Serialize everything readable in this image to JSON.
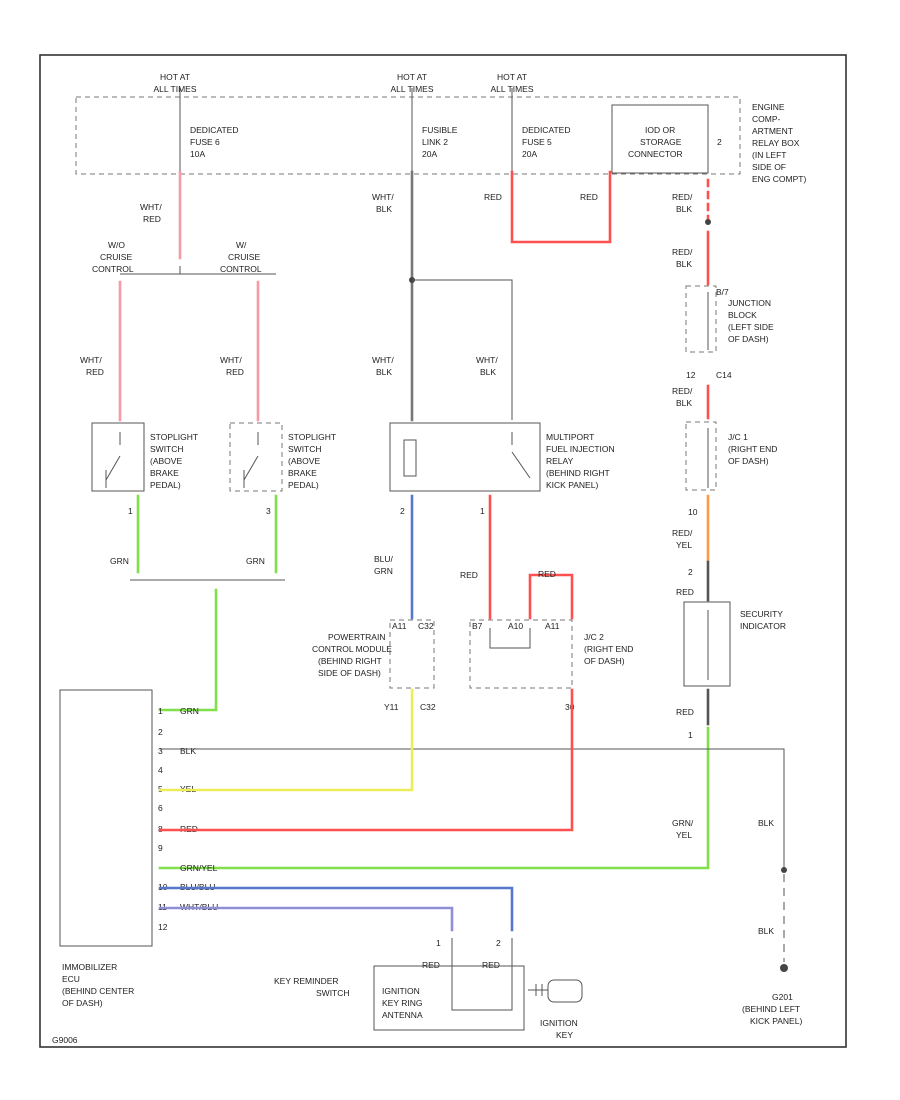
{
  "colors": {
    "red": "#ff5050",
    "pink": "#f59aa6",
    "black": "#555555",
    "green": "#7fe04a",
    "blue": "#5577cc",
    "yellow": "#eded5a",
    "orange": "#ff9a40",
    "violet": "#8f8fd8"
  },
  "power": {
    "hot1": "HOT AT ALL TIMES",
    "hot2": "HOT AT ALL TIMES",
    "hot3": "HOT AT ALL TIMES",
    "fuse1_line1": "DEDICATED",
    "fuse1_line2": "FUSE 6",
    "fuse1_line3": "10A",
    "fuse2_line1": "FUSIBLE",
    "fuse2_line2": "LINK 2",
    "fuse2_line3": "20A",
    "fuse3_line1": "DEDICATED",
    "fuse3_line2": "FUSE 5",
    "fuse3_line3": "20A",
    "connector_line1": "IOD OR",
    "connector_line2": "STORAGE",
    "connector_line3": "CONNECTOR",
    "connector_pin": "2",
    "relaybox_line1": "ENGINE",
    "relaybox_line2": "COMP-",
    "relaybox_line3": "ARTMENT",
    "relaybox_line4": "RELAY BOX",
    "relaybox_line5": "(IN LEFT",
    "relaybox_line6": "SIDE OF",
    "relaybox_line7": "ENG COMPT)"
  },
  "wires": {
    "fuse1_out_1": "WHT/",
    "fuse1_out_2": "RED",
    "fuse2_out_1": "WHT/",
    "fuse2_out_2": "BLK",
    "fuse3_out": "RED",
    "connector_out": "RED",
    "relaybox_out_1": "RED/",
    "relaybox_out_2": "BLK",
    "jb_in_1": "RED/",
    "jb_in_2": "BLK",
    "left_drop_1": "WHT/",
    "left_drop_2": "RED",
    "mid_drop_1": "WHT/",
    "mid_drop_2": "RED",
    "relay_left_1": "WHT/",
    "relay_left_2": "BLK",
    "relay_right_1": "WHT/",
    "relay_right_2": "BLK",
    "jb_out_1": "RED/",
    "jb_out_2": "BLK",
    "jc1_out_1": "RED/",
    "jc1_out_2": "YEL",
    "sec_in": "RED",
    "sec_out": "RED",
    "grn_left": "GRN",
    "grn_right": "GRN",
    "blu_grn_1": "BLU/",
    "blu_grn_2": "GRN",
    "red_relay": "RED",
    "red_jc2_top": "RED",
    "grn_yel_1": "GRN/",
    "grn_yel_2": "YEL",
    "gnd_blk1": "BLK",
    "gnd_blk2": "BLK",
    "key_red_1": "RED",
    "key_red_2": "RED"
  },
  "cruise": {
    "wo_line1": "W/O",
    "wo_line2": "CRUISE",
    "wo_line3": "CONTROL",
    "w_line1": "W/",
    "w_line2": "CRUISE",
    "w_line3": "CONTROL"
  },
  "switches": {
    "sw1_line1": "STOPLIGHT",
    "sw1_line2": "SWITCH",
    "sw1_line3": "(ABOVE",
    "sw1_line4": "BRAKE",
    "sw1_line5": "PEDAL)",
    "sw2_line1": "STOPLIGHT",
    "sw2_line2": "SWITCH",
    "sw2_line3": "(ABOVE",
    "sw2_line4": "BRAKE",
    "sw2_line5": "PEDAL)",
    "sw1_pin": "1",
    "sw2_pin": "3"
  },
  "relay": {
    "line1": "MULTIPORT",
    "line2": "FUEL INJECTION",
    "line3": "RELAY",
    "line4": "(BEHIND RIGHT",
    "line5": "KICK PANEL)",
    "pin_left": "2",
    "pin_right": "1"
  },
  "junction": {
    "jb_line1": "JUNCTION",
    "jb_line2": "BLOCK",
    "jb_line3": "(LEFT SIDE",
    "jb_line4": "OF DASH)",
    "jb_pin_top": "B/7",
    "jb_pin_bot": "12",
    "jb_pin_bot2": "C14",
    "jc1_line1": "J/C 1",
    "jc1_line2": "(RIGHT END",
    "jc1_line3": "OF DASH)",
    "jc1_pin": "10",
    "sec_pin_top": "2",
    "sec_line1": "SECURITY",
    "sec_line2": "INDICATOR",
    "sec_pin_bot": "1"
  },
  "pcm": {
    "line1": "POWERTRAIN",
    "line2": "CONTROL MODULE",
    "line3": "(BEHIND RIGHT",
    "line4": "SIDE OF DASH)",
    "pin_a": "A11",
    "pin_b": "C32",
    "bot_pin_a": "Y11",
    "bot_pin_b": "C32"
  },
  "jc2": {
    "line1": "J/C 2",
    "line2": "(RIGHT END",
    "line3": "OF DASH)",
    "pin_a": "B7",
    "pin_b": "A10",
    "pin_c": "A11",
    "bot_pin": "30"
  },
  "immobilizer": {
    "line1": "IMMOBILIZER",
    "line2": "ECU",
    "line3": "(BEHIND CENTER",
    "line4": "OF DASH)",
    "pins": [
      "1",
      "2",
      "3",
      "4",
      "5",
      "6",
      "8",
      "9",
      "10",
      "11",
      "12"
    ],
    "wire_labels": [
      "GRN",
      "BLK",
      "YEL",
      "RED",
      "GRN/YEL",
      "BLU/BLU",
      "WHT/BLU"
    ]
  },
  "key": {
    "switch_line1": "KEY REMINDER",
    "switch_line2": "SWITCH",
    "antenna_line1": "IGNITION",
    "antenna_line2": "KEY RING",
    "antenna_line3": "ANTENNA",
    "pin1": "1",
    "pin2": "2",
    "key_line1": "IGNITION",
    "key_line2": "KEY"
  },
  "ground": {
    "line1": "G201",
    "line2": "(BEHIND LEFT",
    "line3": "KICK PANEL)"
  },
  "footer": {
    "code": "G9006"
  }
}
